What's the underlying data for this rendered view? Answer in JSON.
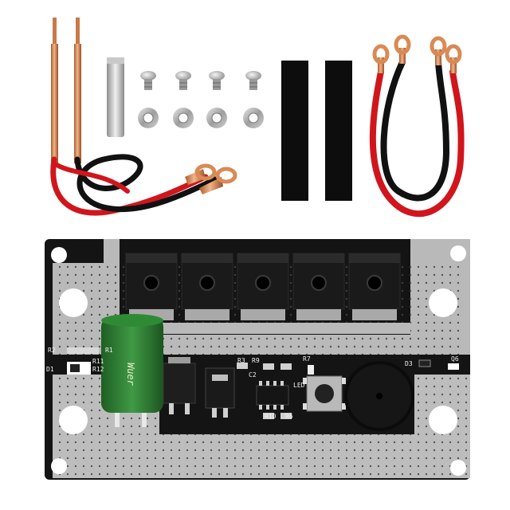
{
  "board": {
    "labels": {
      "r1": "R1",
      "r2": "R2",
      "r3": "R3",
      "r6": "R6",
      "r7": "R7",
      "r9": "R9",
      "r10": "R10",
      "r11": "R11",
      "r12": "R12",
      "c2": "C2",
      "d1": "D1",
      "d3": "D3",
      "q6": "Q6",
      "led": "LED"
    },
    "capacitor_text": "Wuer"
  },
  "colors": {
    "pcb_black": "#141414",
    "pcb_silver": "#b9b9b9",
    "copper": "#d98a55",
    "wire_red": "#d0161c",
    "wire_black": "#111111",
    "capacitor_green": "#2e7d32",
    "heat_shrink": "#0d0d0d"
  },
  "icons": [
    "welding-pen-icon",
    "screw-icon",
    "nut-icon",
    "nickel-strip-icon",
    "heat-shrink-tube-icon",
    "ring-terminal-icon",
    "mosfet-icon",
    "capacitor-icon",
    "buzzer-icon",
    "push-button-icon"
  ]
}
